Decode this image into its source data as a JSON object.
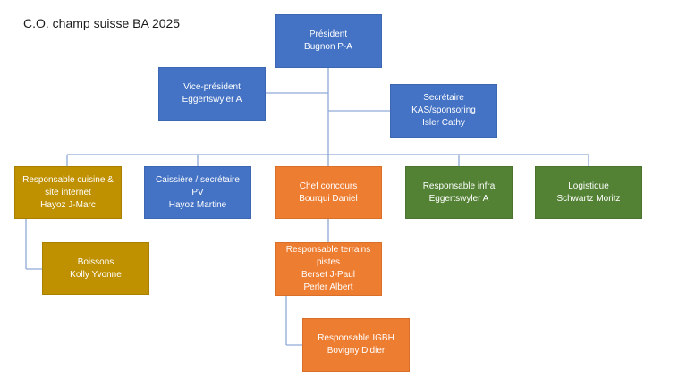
{
  "title": "C.O. champ suisse BA 2025",
  "colors": {
    "blue": "#4472c4",
    "gold": "#bf9000",
    "orange": "#ed7d31",
    "green": "#548235",
    "connector": "#8fa9d6"
  },
  "boxes": {
    "president": {
      "lines": [
        "Président",
        "Bugnon P-A"
      ]
    },
    "vice_president": {
      "lines": [
        "Vice-président",
        "Eggertswyler A"
      ]
    },
    "secretaire": {
      "lines": [
        "Secrétaire",
        "KAS/sponsoring",
        "Isler Cathy"
      ]
    },
    "cuisine": {
      "lines": [
        "Responsable cuisine &",
        "site internet",
        "Hayoz J-Marc"
      ]
    },
    "caissiere": {
      "lines": [
        "Caissière / secrétaire PV",
        "Hayoz Martine"
      ]
    },
    "chef_concours": {
      "lines": [
        "Chef concours",
        "Bourqui Daniel"
      ]
    },
    "infra": {
      "lines": [
        "Responsable infra",
        "Eggertswyler A"
      ]
    },
    "logistique": {
      "lines": [
        "Logistique",
        "Schwartz Moritz"
      ]
    },
    "boissons": {
      "lines": [
        "Boissons",
        "Kolly Yvonne"
      ]
    },
    "terrains": {
      "lines": [
        "Responsable terrains",
        "pistes",
        "Berset J-Paul",
        "Perler Albert"
      ]
    },
    "igbh": {
      "lines": [
        "Responsable IGBH",
        "Bovigny Didier"
      ]
    }
  }
}
